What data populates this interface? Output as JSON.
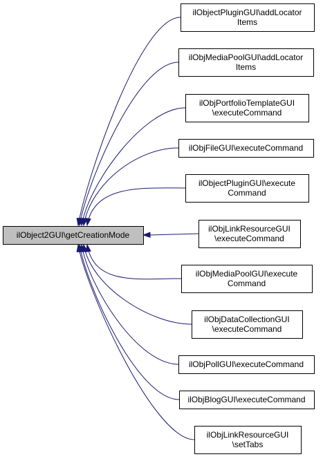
{
  "diagram": {
    "root": {
      "label": "ilObject2GUI\\getCreationMode"
    },
    "callers": [
      {
        "lines": [
          "ilObjectPluginGUI\\addLocator",
          "Items"
        ]
      },
      {
        "lines": [
          "ilObjMediaPoolGUI\\addLocator",
          "Items"
        ]
      },
      {
        "lines": [
          "ilObjPortfolioTemplateGUI",
          "\\executeCommand"
        ]
      },
      {
        "lines": [
          "ilObjFileGUI\\executeCommand"
        ]
      },
      {
        "lines": [
          "ilObjectPluginGUI\\execute",
          "Command"
        ]
      },
      {
        "lines": [
          "ilObjLinkResourceGUI",
          "\\executeCommand"
        ]
      },
      {
        "lines": [
          "ilObjMediaPoolGUI\\execute",
          "Command"
        ]
      },
      {
        "lines": [
          "ilObjDataCollectionGUI",
          "\\executeCommand"
        ]
      },
      {
        "lines": [
          "ilObjPollGUI\\executeCommand"
        ]
      },
      {
        "lines": [
          "ilObjBlogGUI\\executeCommand"
        ]
      },
      {
        "lines": [
          "ilObjLinkResourceGUI",
          "\\setTabs"
        ]
      }
    ],
    "colors": {
      "edge": "#191970",
      "root_fill": "#bfbfbf",
      "node_fill": "#ffffff",
      "border": "#000000"
    }
  }
}
